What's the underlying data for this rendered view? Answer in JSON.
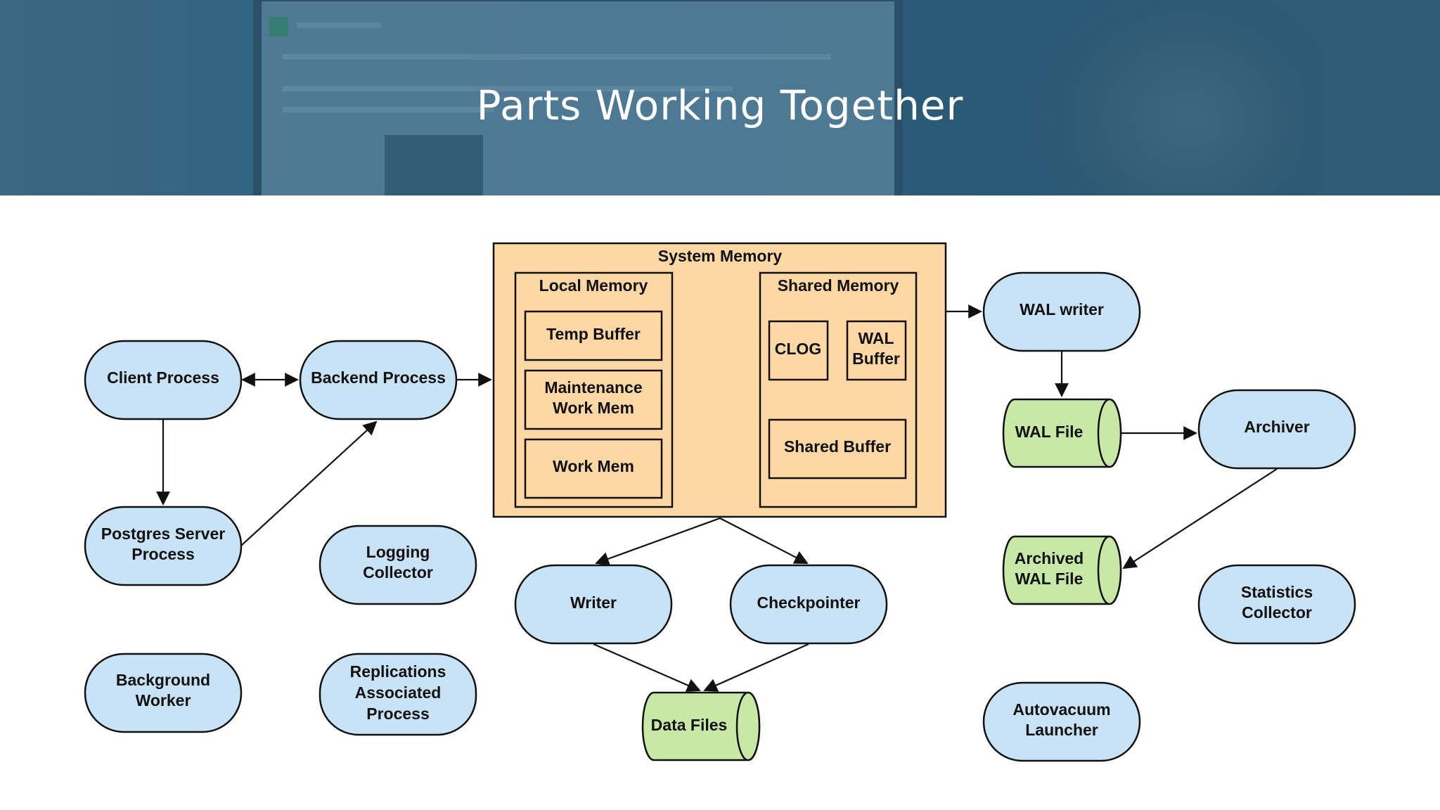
{
  "banner": {
    "title": "Parts Working Together"
  },
  "colors": {
    "process_fill": "#c9e3f6",
    "file_fill": "#c7e8a6",
    "memory_fill": "#fdd7a4",
    "banner_bg": "#2f5f7c"
  },
  "diagram": {
    "system_memory": {
      "title": "System Memory",
      "local": {
        "title": "Local Memory",
        "temp_buffer": "Temp Buffer",
        "maintenance": [
          "Maintenance",
          "Work Mem"
        ],
        "work_mem": "Work Mem"
      },
      "shared": {
        "title": "Shared Memory",
        "clog": "CLOG",
        "wal_buffer": [
          "WAL",
          "Buffer"
        ],
        "shared_buffer": "Shared Buffer"
      }
    },
    "processes": {
      "client": "Client Process",
      "backend": "Backend Process",
      "postgres_server": [
        "Postgres Server",
        "Process"
      ],
      "logging_collector": [
        "Logging",
        "Collector"
      ],
      "background_worker": [
        "Background",
        "Worker"
      ],
      "replications": [
        "Replications",
        "Associated",
        "Process"
      ],
      "writer": "Writer",
      "checkpointer": "Checkpointer",
      "wal_writer": "WAL writer",
      "archiver": "Archiver",
      "statistics_collector": [
        "Statistics",
        "Collector"
      ],
      "autovacuum_launcher": [
        "Autovacuum",
        "Launcher"
      ]
    },
    "files": {
      "wal_file": "WAL File",
      "archived_wal_file": [
        "Archived",
        "WAL File"
      ],
      "data_files": "Data Files"
    }
  }
}
